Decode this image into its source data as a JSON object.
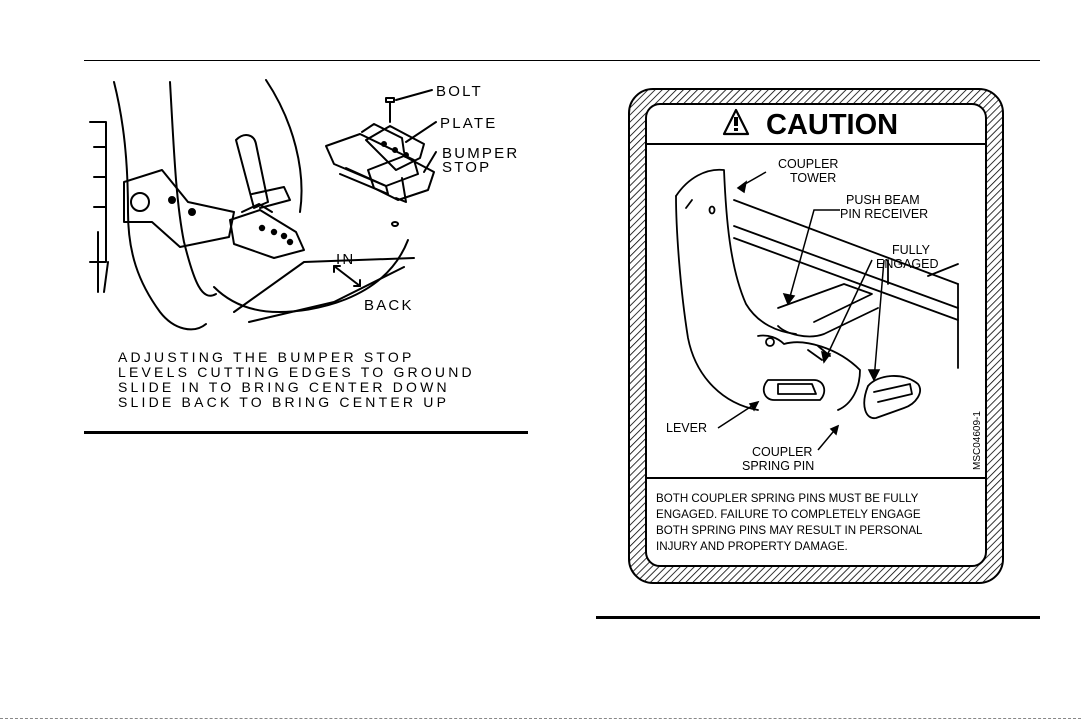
{
  "left_figure": {
    "labels": {
      "bolt": "BOLT",
      "plate": "PLATE",
      "bumper": "BUMPER",
      "stop": "STOP",
      "in": "IN",
      "back": "BACK"
    },
    "caption": [
      "ADJUSTING THE BUMPER STOP",
      "LEVELS CUTTING EDGES TO GROUND",
      "SLIDE IN TO BRING CENTER DOWN",
      "SLIDE BACK TO BRING CENTER UP"
    ]
  },
  "caution_label": {
    "header": "CAUTION",
    "callouts": {
      "coupler": "COUPLER",
      "tower": "TOWER",
      "push_beam": "PUSH BEAM",
      "pin_receiver": "PIN RECEIVER",
      "fully": "FULLY",
      "engaged": "ENGAGED",
      "lever": "LEVER",
      "coupler2": "COUPLER",
      "spring_pin": "SPRING PIN"
    },
    "part_number": "MSC04609-1",
    "warning_lines": [
      "BOTH COUPLER SPRING PINS MUST BE FULLY",
      "ENGAGED.   FAILURE TO COMPLETELY ENGAGE",
      "BOTH SPRING PINS MAY RESULT IN PERSONAL",
      "INJURY AND PROPERTY DAMAGE."
    ]
  }
}
